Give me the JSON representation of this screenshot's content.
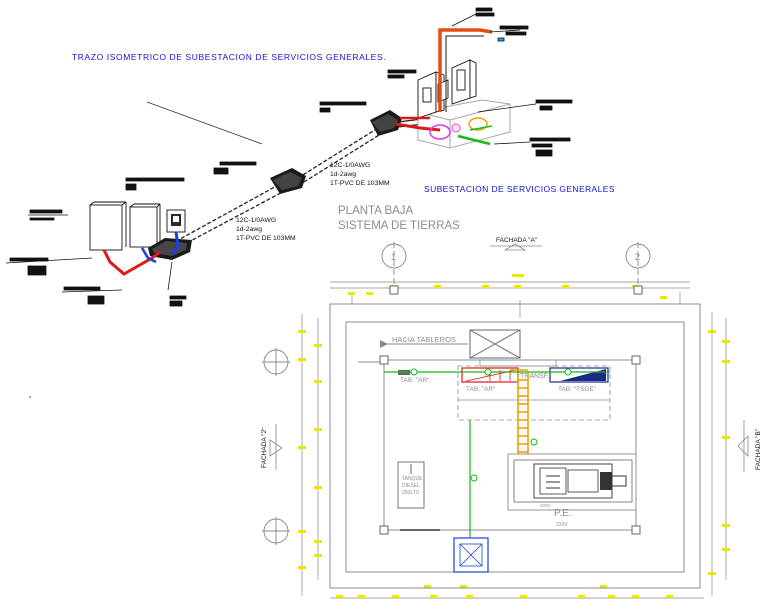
{
  "titles": {
    "isometric": "TRAZO ISOMETRICO DE SUBESTACION DE SERVICIOS GENERALES.",
    "substation": "SUBESTACION DE SERVICIOS GENERALES",
    "plan_line1": "PLANTA BAJA",
    "plan_line2": "SISTEMA DE TIERRAS"
  },
  "cable_notes": {
    "upper": [
      "12C-1/0AWG",
      "1d-2awg",
      "1T-PVC DE 103MM"
    ],
    "lower": [
      "12C-1/0AWG",
      "1d-2awg",
      "1T-PVC DE 103MM"
    ]
  },
  "facades": {
    "top": "FACHADA \"A\"",
    "left": "FACHADA \"2\"",
    "right": "FACHADA \"B\""
  },
  "grid_axes": {
    "col_1": "1",
    "col_2": "2"
  },
  "plan_labels": {
    "hacia_tableros": "HACIA TABLEROS",
    "tab_ar_small": "TAB. \"AR\"",
    "tab_ar": "TAB. \"AR\"",
    "transf": "TRANSF.",
    "tab_tsge": "TAB. \"TSGE\"",
    "tanque": [
      "TANQUE",
      "DIESEL",
      "250LTS"
    ],
    "pe": "P.E.",
    "pe_voltage": "220V",
    "pe_voltage2": "220V"
  },
  "colors": {
    "title_blue": "#1414d6",
    "plan_gray": "#8c8c8c",
    "ground_green": "#18b818",
    "cable_red": "#e01818",
    "cable_blue": "#1a3ee0",
    "tray_orange": "#f0a000",
    "dim_yellow": "#e8e800",
    "tsge_navy": "#1a2a8a",
    "magenta": "#e040e0"
  }
}
